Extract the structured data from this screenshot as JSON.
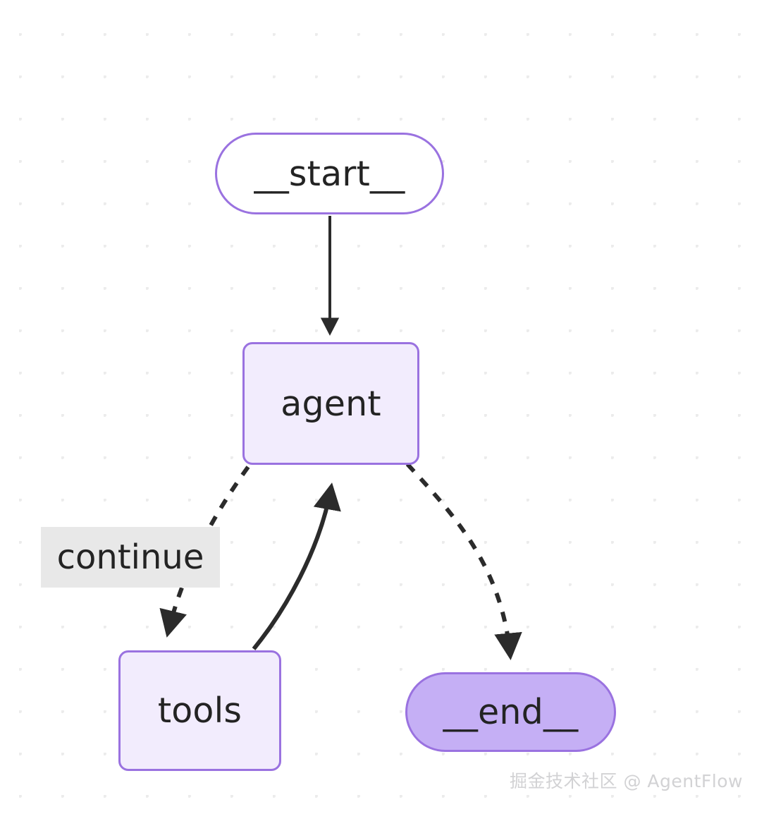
{
  "diagram": {
    "type": "state-graph",
    "title": "",
    "nodes": [
      {
        "id": "start",
        "label": "__start__",
        "shape": "stadium",
        "fill": "#ffffff",
        "stroke": "#9a72e0"
      },
      {
        "id": "agent",
        "label": "agent",
        "shape": "rounded-rect",
        "fill": "#f2ecfd",
        "stroke": "#9a72e0"
      },
      {
        "id": "tools",
        "label": "tools",
        "shape": "rounded-rect",
        "fill": "#f2ecfd",
        "stroke": "#9a72e0"
      },
      {
        "id": "end",
        "label": "__end__",
        "shape": "stadium",
        "fill": "#c5aff5",
        "stroke": "#9a72e0"
      }
    ],
    "edges": [
      {
        "from": "start",
        "to": "agent",
        "style": "solid",
        "label": ""
      },
      {
        "from": "agent",
        "to": "tools",
        "style": "dashed",
        "label": "continue"
      },
      {
        "from": "tools",
        "to": "agent",
        "style": "solid",
        "label": ""
      },
      {
        "from": "agent",
        "to": "end",
        "style": "dashed",
        "label": ""
      }
    ],
    "edge_labels": [
      {
        "id": "continue",
        "text": "continue",
        "background": "#e8e8e8"
      }
    ],
    "colors": {
      "node_stroke": "#9a72e0",
      "node_fill_process": "#f2ecfd",
      "node_fill_terminal": "#ffffff",
      "node_fill_end": "#c5aff5",
      "edge_stroke": "#2b2b2b",
      "label_background": "#e8e8e8",
      "canvas_background": "#ffffff",
      "dot_grid": "#ececec",
      "text": "#232323",
      "watermark": "#d2d2d4"
    }
  },
  "watermark": {
    "text": "掘金技术社区 @ AgentFlow"
  }
}
